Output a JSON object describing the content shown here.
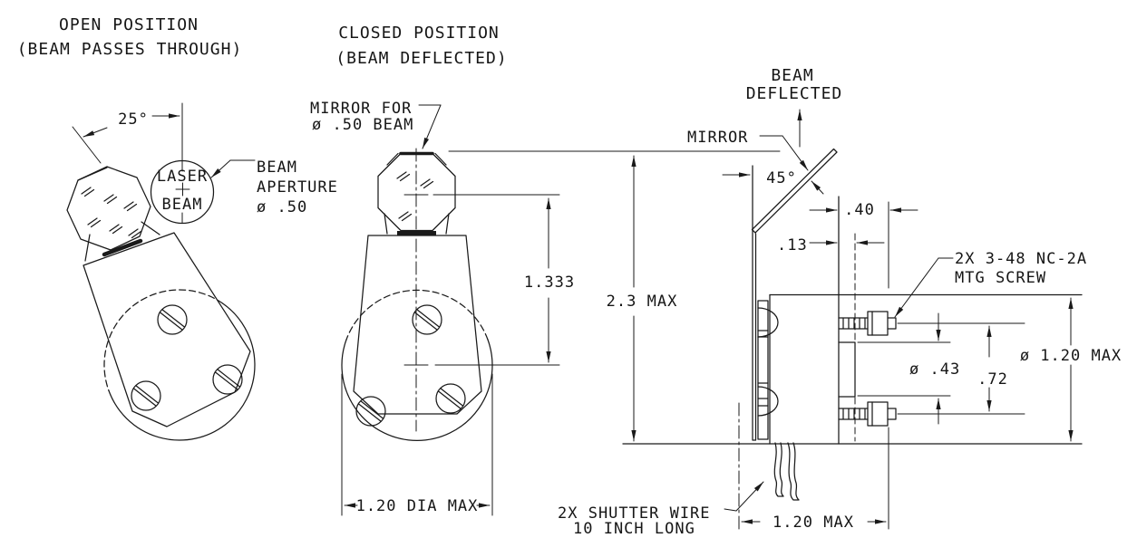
{
  "colors": {
    "line": "#1a1a1a",
    "text": "#161616",
    "background": "#ffffff"
  },
  "titles": {
    "open1": "OPEN POSITION",
    "open2": "(BEAM PASSES THROUGH)",
    "closed1": "CLOSED POSITION",
    "closed2": "(BEAM DEFLECTED)"
  },
  "open_view": {
    "angle": "25°",
    "laser1": "LASER",
    "laser2": "BEAM",
    "aperture1": "BEAM",
    "aperture2": "APERTURE",
    "aperture3": "ø .50"
  },
  "closed_view": {
    "mirror1": "MIRROR FOR",
    "mirror2": "ø .50 BEAM",
    "dim_center_height": "1.333",
    "dim_diameter": "1.20 DIA MAX"
  },
  "side_view": {
    "beam1": "BEAM",
    "beam2": "DEFLECTED",
    "mirror": "MIRROR",
    "angle": "45°",
    "dim_total_height": "2.3 MAX",
    "dim_mirror_offset": ".40",
    "dim_gap": ".13",
    "screw_note1": "2X 3-48 NC-2A",
    "screw_note2": "MTG SCREW",
    "dim_boss": "ø .43",
    "dim_screw_spacing": ".72",
    "dim_body_dia": "ø 1.20 MAX",
    "wire_note1": "2X SHUTTER WIRE",
    "wire_note2": "10 INCH LONG",
    "dim_depth": "1.20 MAX"
  }
}
